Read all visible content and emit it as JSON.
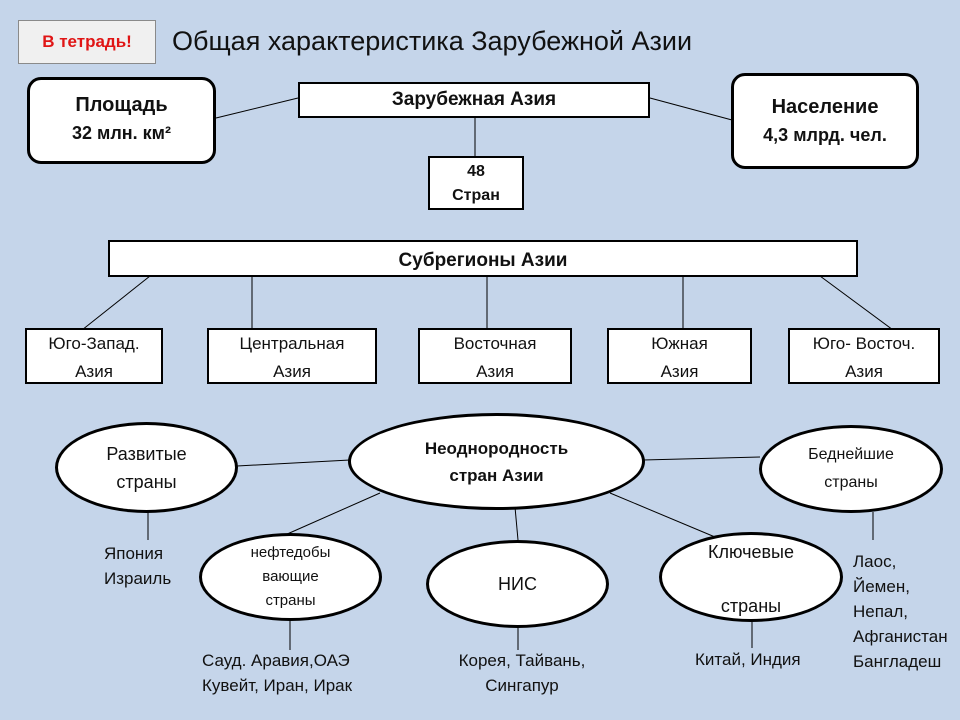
{
  "badge": "В тетрадь!",
  "title": "Общая характеристика Зарубежной Азии",
  "top": {
    "center": "Зарубежная Азия",
    "area": {
      "label": "Площадь",
      "value": "32 млн. км²"
    },
    "population": {
      "label": "Население",
      "value": "4,3 млрд. чел."
    },
    "countries": {
      "line1": "48",
      "line2": "Стран"
    }
  },
  "subregions": {
    "title": "Субрегионы Азии",
    "items": [
      {
        "l1": "Юго-Запад.",
        "l2": "Азия"
      },
      {
        "l1": "Центральная",
        "l2": "Азия"
      },
      {
        "l1": "Восточная",
        "l2": "Азия"
      },
      {
        "l1": "Южная",
        "l2": "Азия"
      },
      {
        "l1": "Юго- Восточ.",
        "l2": "Азия"
      }
    ]
  },
  "heterogeneity": {
    "center": {
      "l1": "Неоднородность",
      "l2": "стран Азии"
    },
    "developed": {
      "l1": "Развитые",
      "l2": "страны",
      "examples": [
        "Япония",
        "Израиль"
      ]
    },
    "oil": {
      "l1": "нефтедобы",
      "l2": "вающие",
      "l3": "страны",
      "examples": [
        "Сауд. Аравия,ОАЭ",
        "Кувейт, Иран, Ирак"
      ]
    },
    "nic": {
      "l1": "НИС",
      "examples": [
        "Корея, Тайвань,",
        "Сингапур"
      ]
    },
    "key": {
      "l1": "Ключевые",
      "l2": "страны",
      "examples": [
        "Китай, Индия"
      ]
    },
    "poorest": {
      "l1": "Беднейшие",
      "l2": "страны",
      "examples": [
        "Лаос,",
        "Йемен,",
        "Непал,",
        "Афганистан",
        "Бангладеш"
      ]
    }
  }
}
